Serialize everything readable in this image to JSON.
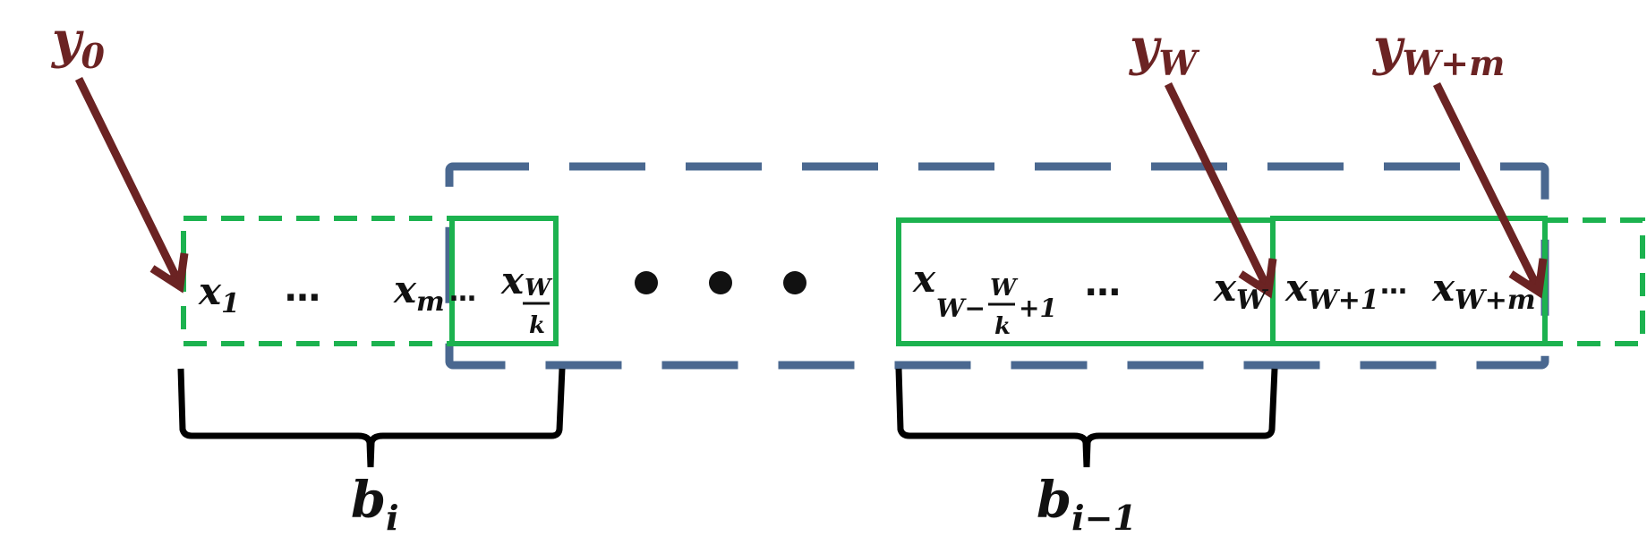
{
  "colors": {
    "window": "#4a6890",
    "block": "#1cb24f",
    "arrow": "#6b2323",
    "text": "#111111",
    "brace": "#000000"
  },
  "labels": {
    "y0": {
      "base": "y",
      "sub": "0"
    },
    "yW": {
      "base": "y",
      "sub": "W"
    },
    "yWm": {
      "base": "y",
      "sub": "W+m"
    },
    "x1": {
      "base": "x",
      "sub": "1"
    },
    "xm": {
      "base": "x",
      "sub": "m"
    },
    "xWk": {
      "base": "x",
      "sub_num": "W",
      "sub_den": "k"
    },
    "xWWk": {
      "base": "x",
      "sub_pre": "W−",
      "sub_num": "W",
      "sub_den": "k",
      "sub_post": "+1"
    },
    "xW": {
      "base": "x",
      "sub": "W"
    },
    "xW1": {
      "base": "x",
      "sub": "W+1"
    },
    "xWm": {
      "base": "x",
      "sub": "W+m"
    },
    "bi": {
      "base": "b",
      "sub": "i"
    },
    "bi1": {
      "base": "b",
      "sub": "i−1"
    },
    "ellipsis": "…",
    "ellipsis_small": "…"
  }
}
